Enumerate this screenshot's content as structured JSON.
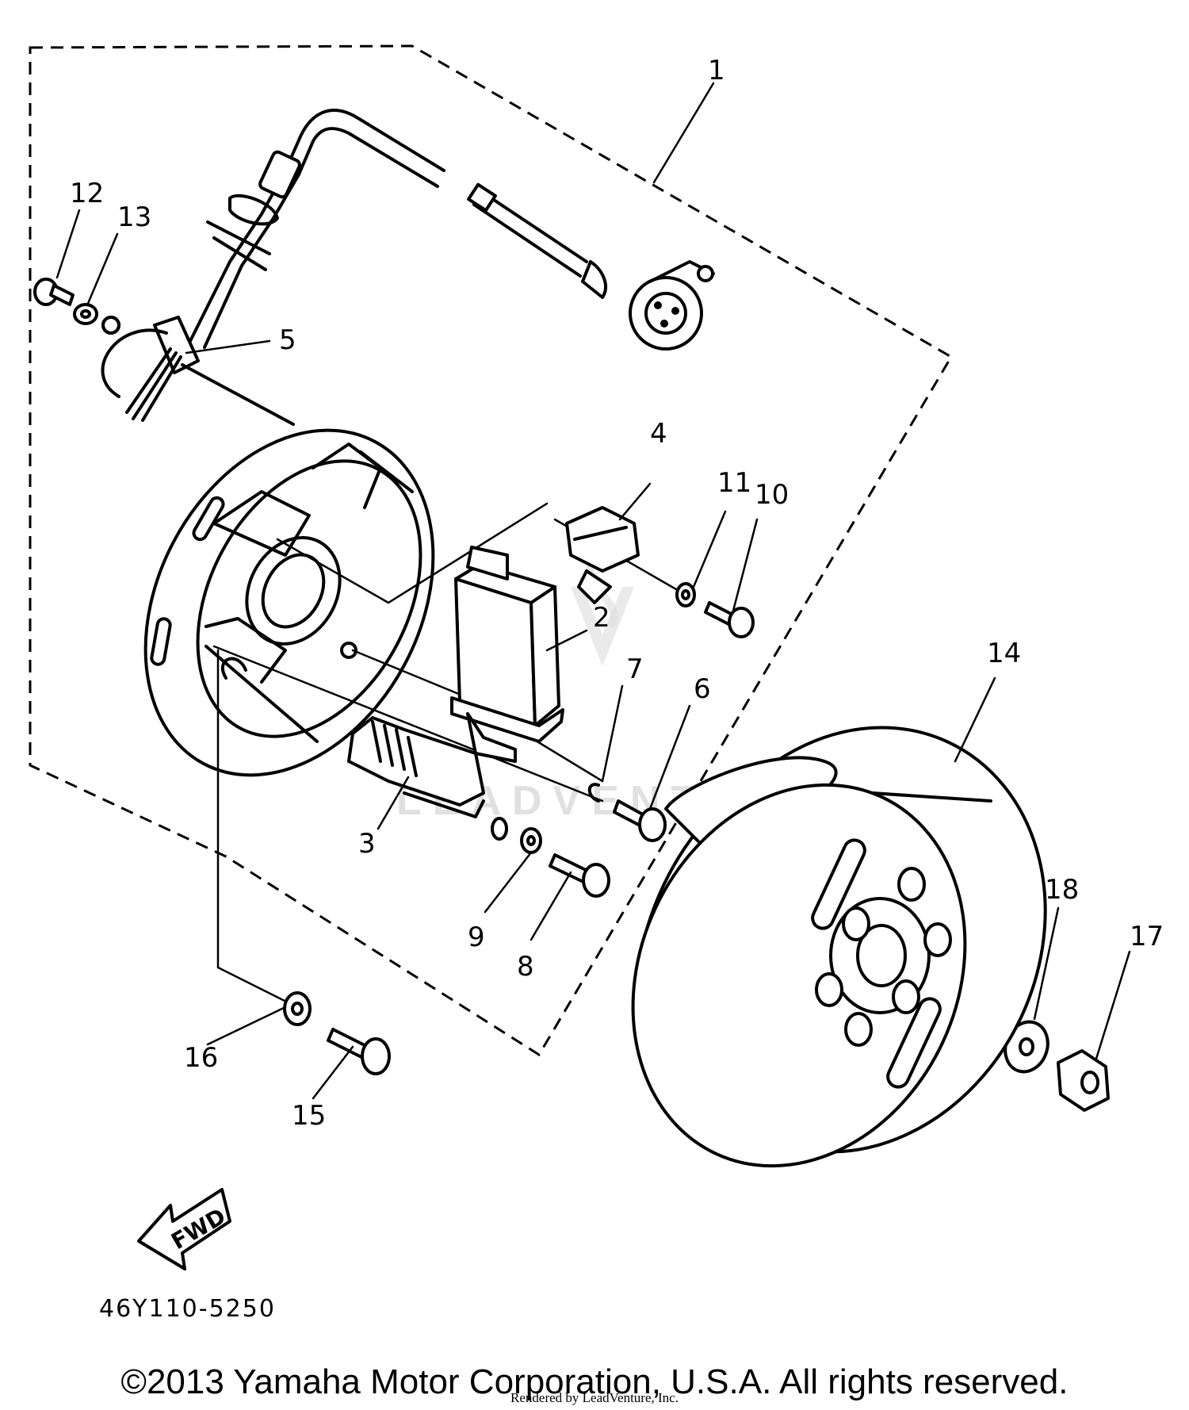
{
  "part_number": "46Y110-5250",
  "direction_arrow": "FWD",
  "copyright": "©2013 Yamaha Motor Corporation, U.S.A. All rights reserved.",
  "rendered_by": "Rendered by LeadVenture, Inc.",
  "watermark": "LEADVENTURE",
  "callouts": [
    "1",
    "2",
    "3",
    "4",
    "5",
    "6",
    "7",
    "8",
    "9",
    "10",
    "11",
    "12",
    "13",
    "14",
    "15",
    "16",
    "17",
    "18"
  ]
}
